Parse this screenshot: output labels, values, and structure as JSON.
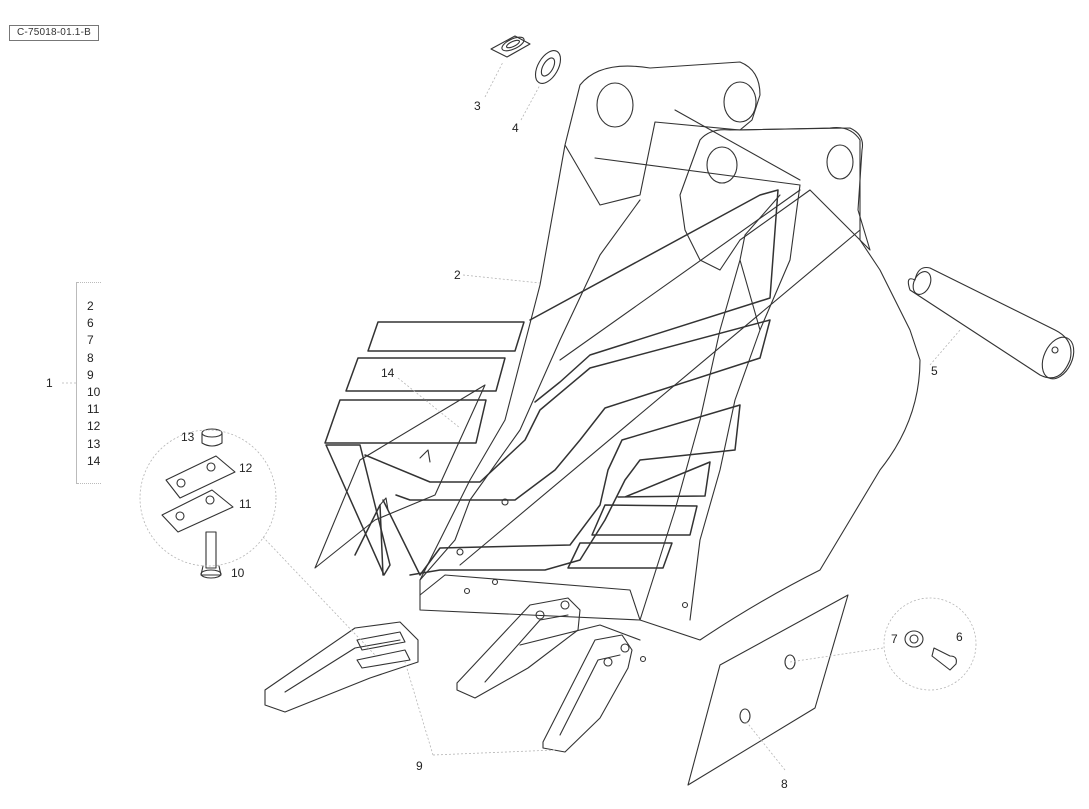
{
  "reference_code": "C-75018-01.1-B",
  "kit": {
    "label": "1",
    "items": [
      "2",
      "6",
      "7",
      "8",
      "9",
      "10",
      "11",
      "12",
      "13",
      "14"
    ]
  },
  "callouts": {
    "c2": "2",
    "c3": "3",
    "c4": "4",
    "c5": "5",
    "c6": "6",
    "c7": "7",
    "c8": "8",
    "c9": "9",
    "c10": "10",
    "c11": "11",
    "c12": "12",
    "c13": "13",
    "c14": "14"
  },
  "colors": {
    "line": "#333333",
    "leader": "#b0b0b0"
  }
}
